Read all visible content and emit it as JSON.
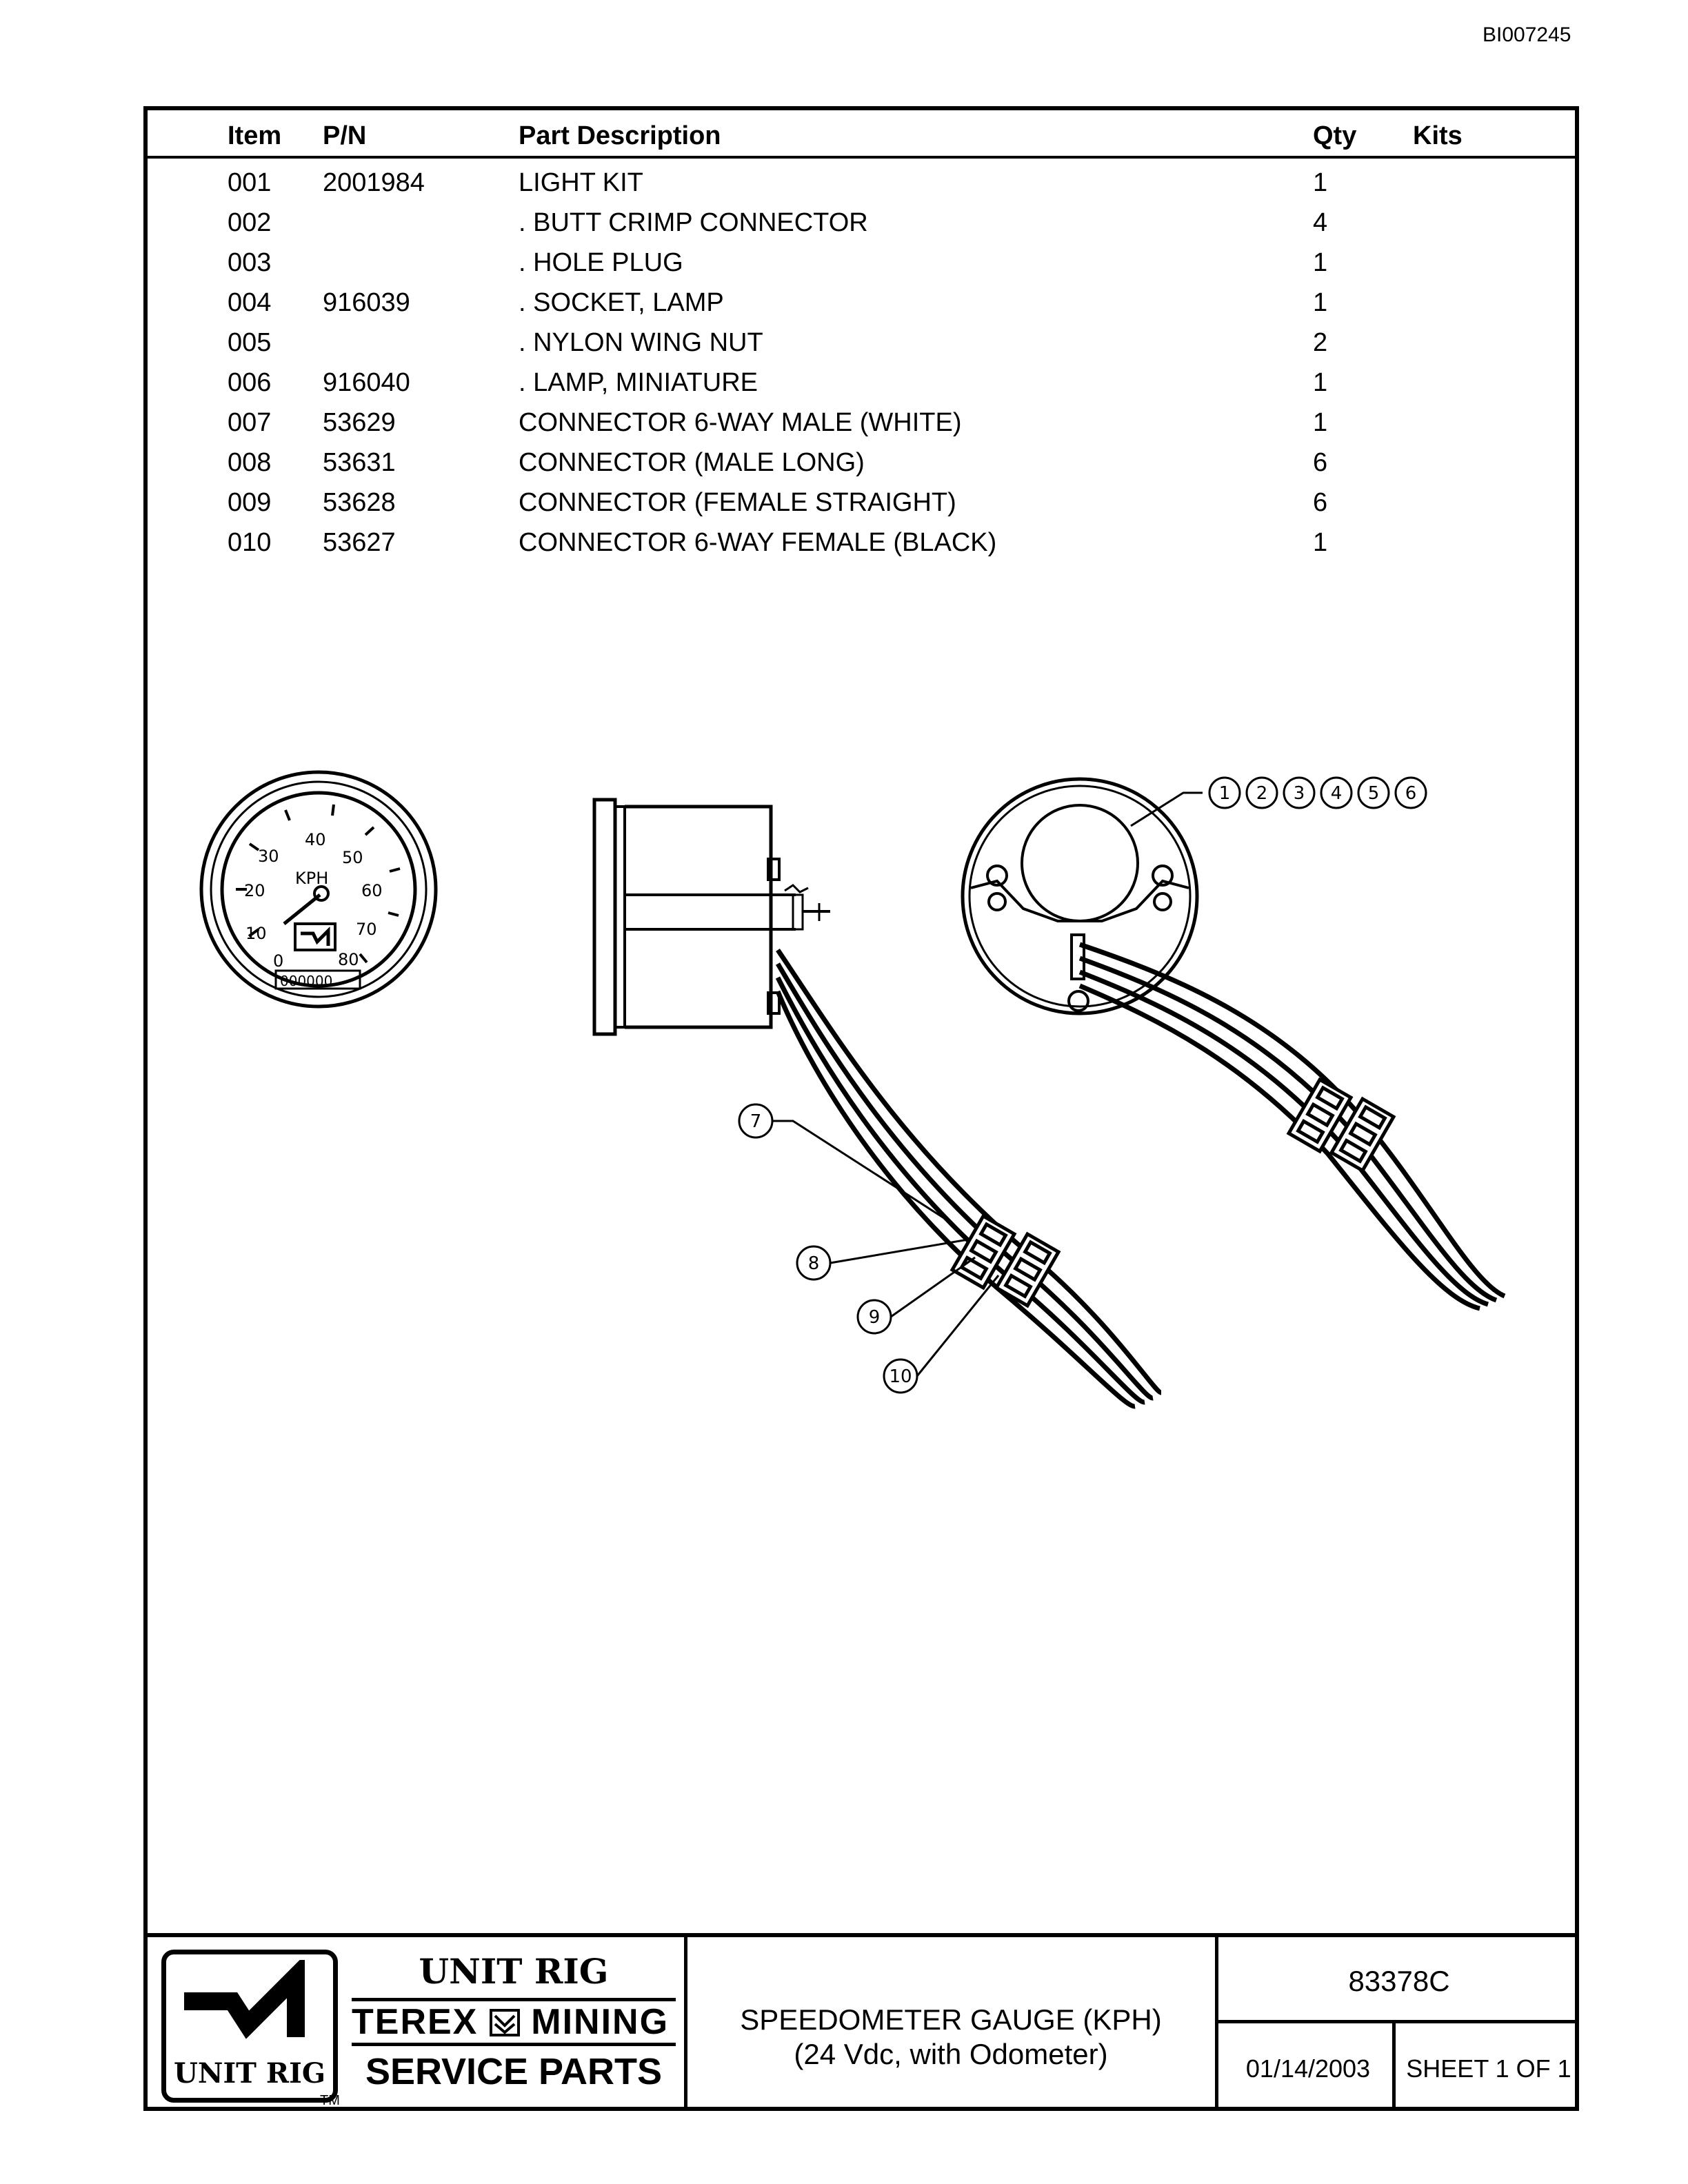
{
  "document_id": "BI007245",
  "table": {
    "headers": {
      "item": "Item",
      "pn": "P/N",
      "description": "Part Description",
      "qty": "Qty",
      "kits": "Kits"
    },
    "rows": [
      {
        "item": "001",
        "pn": "2001984",
        "description": "LIGHT KIT",
        "qty": "1"
      },
      {
        "item": "002",
        "pn": "",
        "description": ". BUTT CRIMP CONNECTOR",
        "qty": "4"
      },
      {
        "item": "003",
        "pn": "",
        "description": ". HOLE PLUG",
        "qty": "1"
      },
      {
        "item": "004",
        "pn": "916039",
        "description": ". SOCKET, LAMP",
        "qty": "1"
      },
      {
        "item": "005",
        "pn": "",
        "description": ". NYLON WING NUT",
        "qty": "2"
      },
      {
        "item": "006",
        "pn": "916040",
        "description": ". LAMP, MINIATURE",
        "qty": "1"
      },
      {
        "item": "007",
        "pn": "53629",
        "description": "CONNECTOR 6-WAY MALE (WHITE)",
        "qty": "1"
      },
      {
        "item": "008",
        "pn": "53631",
        "description": "CONNECTOR (MALE LONG)",
        "qty": "6"
      },
      {
        "item": "009",
        "pn": "53628",
        "description": "CONNECTOR (FEMALE STRAIGHT)",
        "qty": "6"
      },
      {
        "item": "010",
        "pn": "53627",
        "description": "CONNECTOR 6-WAY FEMALE (BLACK)",
        "qty": "1"
      }
    ]
  },
  "gauge": {
    "unit_label": "KPH",
    "scale_labels": [
      "0",
      "10",
      "20",
      "30",
      "40",
      "50",
      "60",
      "70",
      "80"
    ],
    "odometer": "000000"
  },
  "callouts": {
    "top": [
      "1",
      "2",
      "3",
      "4",
      "5",
      "6"
    ],
    "bottom": [
      "7",
      "8",
      "9",
      "10"
    ]
  },
  "title_block": {
    "logo_text": "UNIT RIG",
    "trademark": "TM",
    "brand": "UNIT RIG",
    "terex": "TEREX",
    "mining": "MINING",
    "service_parts": "SERVICE PARTS",
    "title_line1": "SPEEDOMETER GAUGE (KPH)",
    "title_line2": "(24 Vdc, with Odometer)",
    "drawing_number": "83378C",
    "date": "01/14/2003",
    "sheet": "SHEET 1 OF 1"
  }
}
